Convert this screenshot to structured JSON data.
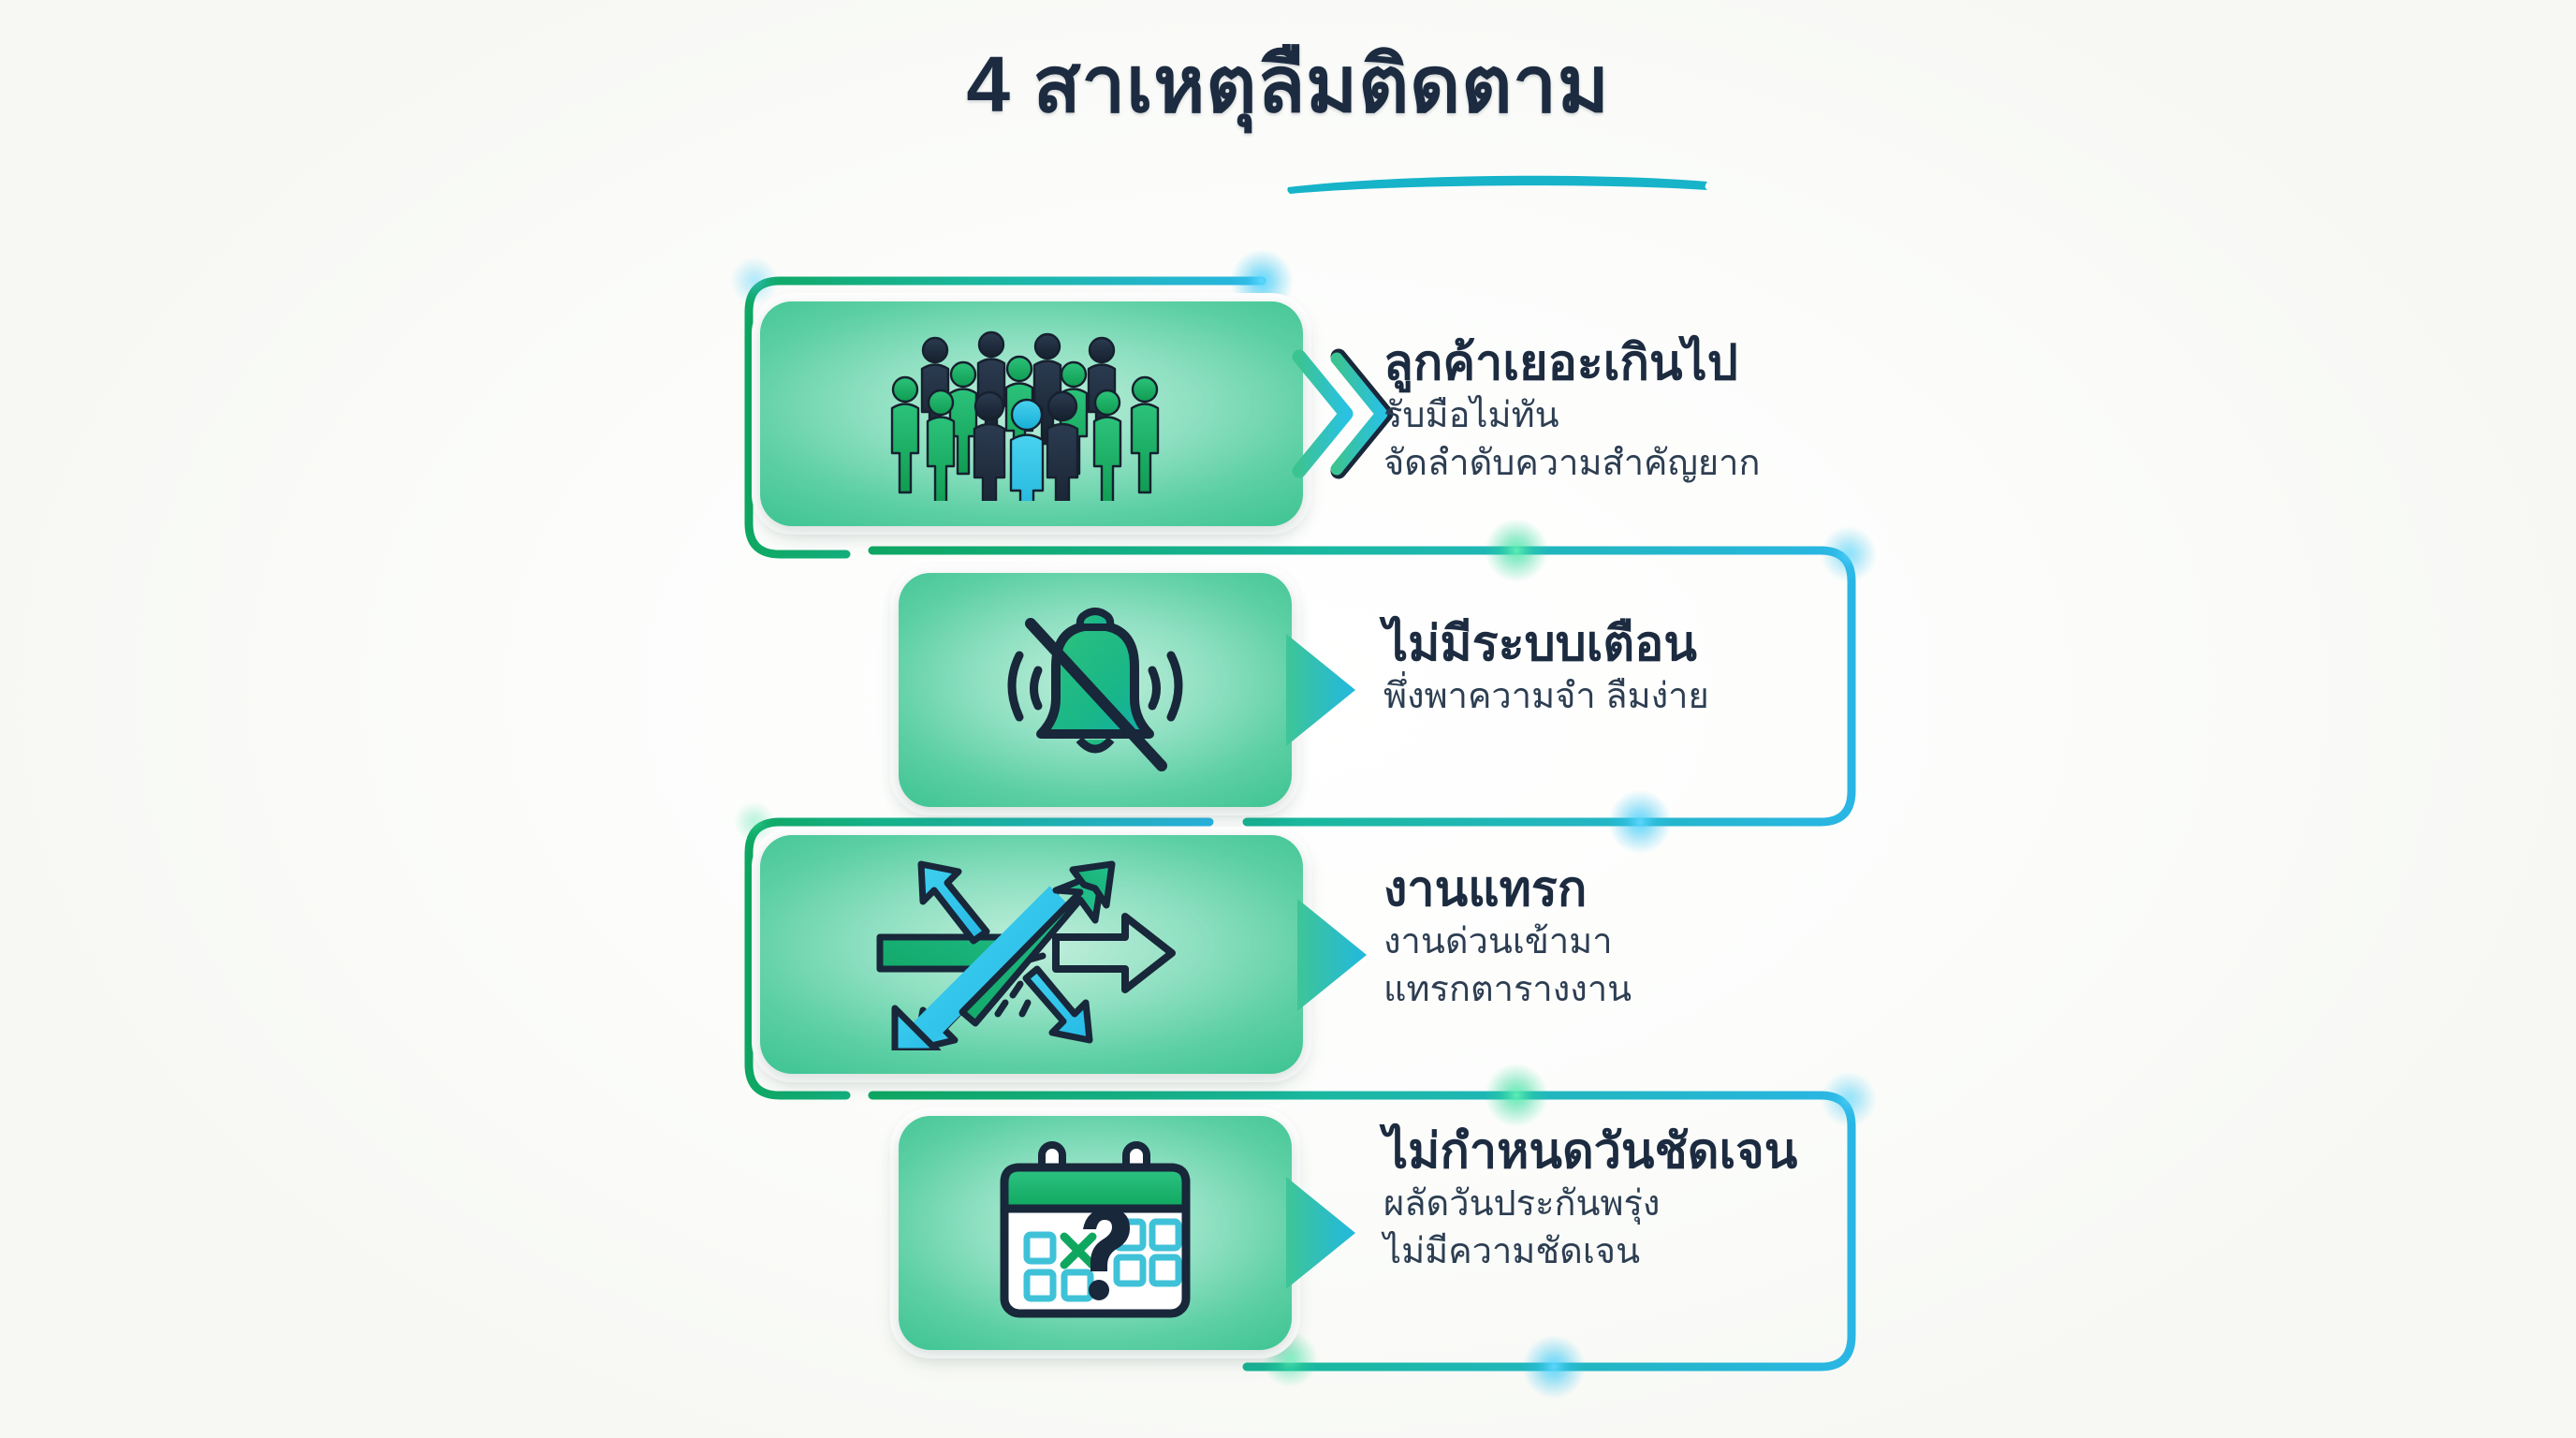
{
  "header": {
    "title": "4 สาเหตุลืมติดตาม",
    "underline_color": "#16b3c9"
  },
  "theme": {
    "background": "#fdfdfb",
    "card_green_light": "#bfeedb",
    "card_green_mid": "#5ccfa4",
    "card_green_deep": "#3cc392",
    "accent_green": "#11a566",
    "accent_cyan": "#22b8e0",
    "navy": "#1c2b40",
    "heading_color": "#1c2b40",
    "sub_color": "#2d3e52"
  },
  "items": [
    {
      "index": 1,
      "icon": "crowd-of-people-icon",
      "pointer": "double-chevron-right-icon",
      "heading": "ลูกค้าเยอะเกินไป",
      "sub_lines": [
        "รับมือไม่ทัน",
        "จัดลำดับความสำคัญยาก"
      ]
    },
    {
      "index": 2,
      "icon": "bell-off-icon",
      "pointer": "arrow-right-tag-icon",
      "heading": "ไม่มีระบบเตือน",
      "sub_lines": [
        "พึ่งพาความจำ ลืมง่าย"
      ]
    },
    {
      "index": 3,
      "icon": "crossing-arrows-icon",
      "pointer": "arrow-right-tag-icon",
      "heading": "งานแทรก",
      "sub_lines": [
        "งานด่วนเข้ามา",
        "แทรกตารางงาน"
      ]
    },
    {
      "index": 4,
      "icon": "calendar-question-icon",
      "pointer": "arrow-right-tag-icon",
      "heading": "ไม่กำหนดวันชัดเจน",
      "sub_lines": [
        "ผลัดวันประกันพรุ่ง",
        "ไม่มีความชัดเจน"
      ]
    }
  ]
}
